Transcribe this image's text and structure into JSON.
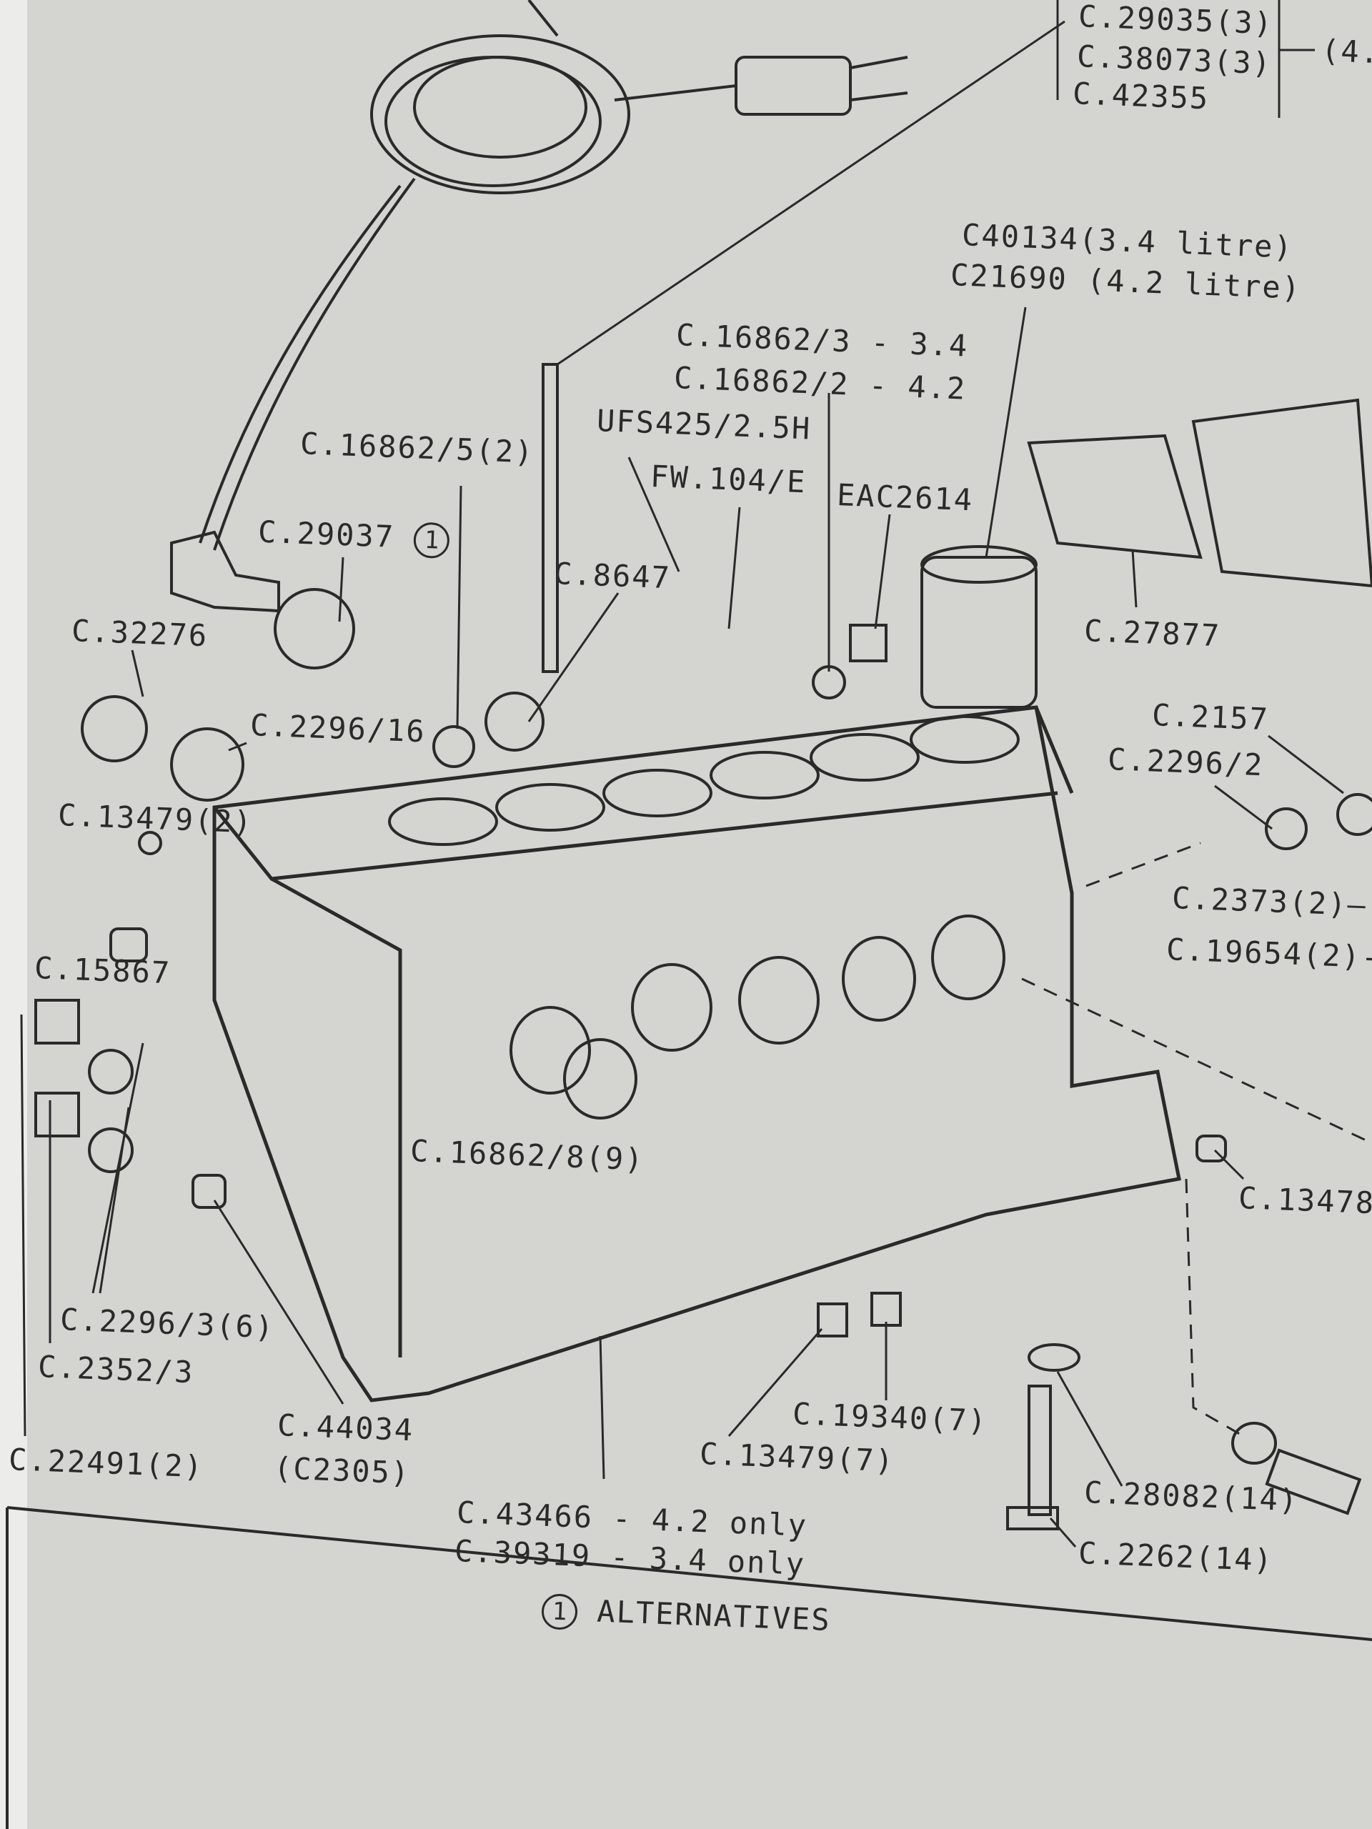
{
  "labels": {
    "c29035": "C.29035(3)",
    "c38073": "C.38073(3)",
    "c42355": "C.42355",
    "partial_right": "(4.",
    "c40134": "C40134(3.4 litre)",
    "c21690": "C21690 (4.2 litre)",
    "c16862_3": "C.16862/3 - 3.4",
    "c16862_2": "C.16862/2 - 4.2",
    "ufs425": "UFS425/2.5H",
    "c16862_5": "C.16862/5(2)",
    "fw104": "FW.104/E",
    "eac2614": "EAC2614",
    "c29037": "C.29037",
    "c8647": "C.8647",
    "c27877": "C.27877",
    "c32276": "C.32276",
    "c2157": "C.2157",
    "c2296_2": "C.2296/2",
    "c2296_16": "C.2296/16",
    "c13479_2": "C.13479(2)",
    "c2373": "C.2373(2)—",
    "c19654": "C.19654(2)-",
    "c15867": "C.15867",
    "c16862_8": "C.16862/8(9)",
    "c13478": "C.13478",
    "c2296_3": "C.2296/3(6)",
    "c2352_3": "C.2352/3",
    "c44034": "C.44034",
    "c2305": "(C2305)",
    "c22491": "C.22491(2)",
    "c19340": "C.19340(7)",
    "c13479_7": "C.13479(7)",
    "c28082": "C.28082(14)",
    "c43466": "C.43466 - 4.2 only",
    "c39319": "C.39319 - 3.4 only",
    "c2262": "C.2262(14)"
  },
  "footnote": {
    "marker": "1",
    "text": "ALTERNATIVES"
  },
  "colors": {
    "paper": "#d4d4d1",
    "ink": "#2a2a2a"
  }
}
